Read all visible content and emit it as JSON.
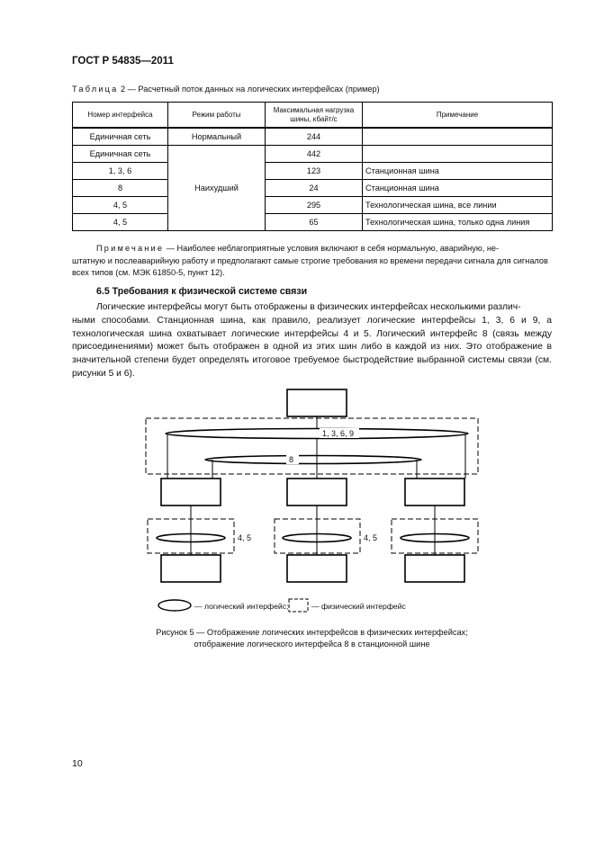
{
  "header": {
    "doc_title": "ГОСТ Р 54835—2011"
  },
  "table": {
    "caption_prefix": "Таблица",
    "caption_number": "2",
    "caption_text": " — Расчетный поток данных на логических интерфейсах (пример)",
    "headers": {
      "interface": "Номер интерфейса",
      "mode": "Режим работы",
      "load": "Максимальная нагрузка шины, кбайт/с",
      "remark": "Примечание"
    },
    "rows": [
      {
        "interface": "Единичная сеть",
        "mode": "Нормальный",
        "load": "244",
        "remark": ""
      },
      {
        "interface": "Единичная сеть",
        "load": "442",
        "remark": ""
      },
      {
        "interface": "1, 3, 6",
        "load": "123",
        "remark": "Станционная шина"
      },
      {
        "interface": "8",
        "load": "24",
        "remark": "Станционная шина"
      },
      {
        "interface": "4, 5",
        "load": "295",
        "remark": "Технологическая шина, все линии"
      },
      {
        "interface": "4, 5",
        "load": "65",
        "remark": "Технологическая шина, только одна линия"
      }
    ],
    "merged_mode": "Наихудший"
  },
  "note": {
    "label": "Примечание",
    "text_first": " — Наиболее неблагоприятные условия включают в себя нормальную, аварийную, не-",
    "text_rest": "штатную и послеаварийную работу и предполагают самые строгие требования ко времени передачи сигнала для сигналов всех типов (см. МЭК 61850-5, пункт 12)."
  },
  "section": {
    "title": "6.5 Требования к физической системе связи"
  },
  "paragraph": {
    "first_line": "Логические интерфейсы могут быть отображены в физических интерфейсах несколькими различ-",
    "rest": "ными способами. Станционная шина, как правило, реализует логические интерфейсы 1, 3, 6 и 9, а технологическая шина охватывает логические интерфейсы 4 и 5. Логический интерфейс 8 (связь между присоединениями) может быть отображен в одной из этих шин либо в каждой из них. Это отображение в значительной степени будет определять итоговое требуемое быстродействие выбранной системы связи (см. рисунки 5 и 6)."
  },
  "figure": {
    "station_bus_label": "1, 3, 6, 9",
    "interbay_label": "8",
    "process_bus_label_1": "4, 5",
    "process_bus_label_2": "4, 5",
    "legend_logical": "— логический интерфейс;",
    "legend_physical": "— физический интерфейс",
    "caption_line1": "Рисунок 5 — Отображение логических интерфейсов в физических интерфейсах;",
    "caption_line2": "отображение логического интерфейса 8 в станционной шине"
  },
  "footer": {
    "page_number": "10"
  }
}
